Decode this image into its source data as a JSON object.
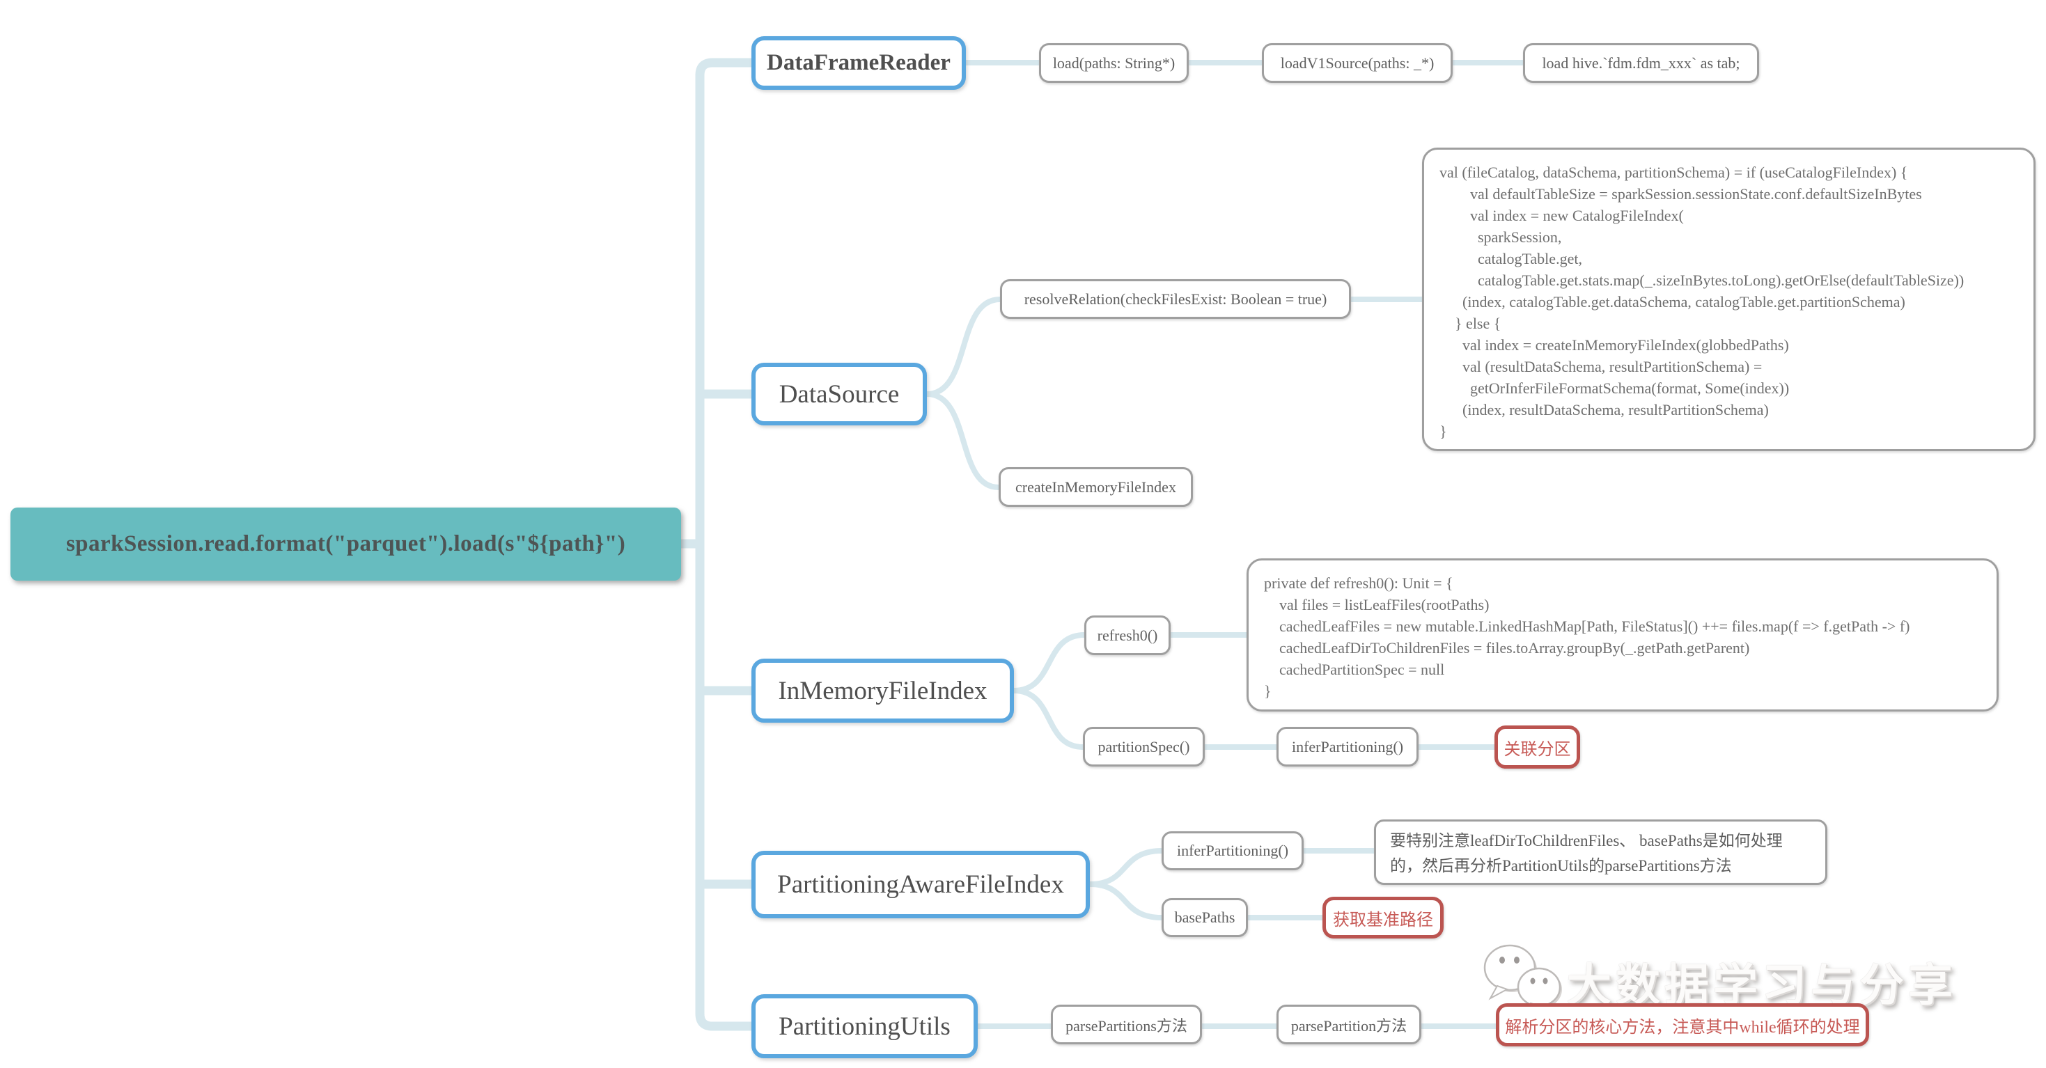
{
  "root_node": {
    "label": "sparkSession.read.format(\"parquet\").load(s\"${path}\")"
  },
  "branches": {
    "dataframereader": {
      "label": "DataFrameReader",
      "children": {
        "load": "load(paths: String*)",
        "loadv1source": "loadV1Source(paths: _*)",
        "loadhive": "load hive.`fdm.fdm_xxx` as tab;"
      }
    },
    "datasource": {
      "label": "DataSource",
      "resolve_relation": "resolveRelation(checkFilesExist: Boolean = true)",
      "create_in_memory_file_index": "createInMemoryFileIndex",
      "code_lines": [
        "val (fileCatalog, dataSchema, partitionSchema) = if (useCatalogFileIndex) {",
        "        val defaultTableSize = sparkSession.sessionState.conf.defaultSizeInBytes",
        "        val index = new CatalogFileIndex(",
        "          sparkSession,",
        "          catalogTable.get,",
        "          catalogTable.get.stats.map(_.sizeInBytes.toLong).getOrElse(defaultTableSize))",
        "      (index, catalogTable.get.dataSchema, catalogTable.get.partitionSchema)",
        "    } else {",
        "      val index = createInMemoryFileIndex(globbedPaths)",
        "      val (resultDataSchema, resultPartitionSchema) =",
        "        getOrInferFileFormatSchema(format, Some(index))",
        "      (index, resultDataSchema, resultPartitionSchema)",
        "}"
      ]
    },
    "inmemoryfileindex": {
      "label": "InMemoryFileIndex",
      "refresh0": "refresh0()",
      "partition_spec": "partitionSpec()",
      "infer_partitioning": "inferPartitioning()",
      "note_associate_partition": "关联分区",
      "code_lines": [
        "private def refresh0(): Unit = {",
        "    val files = listLeafFiles(rootPaths)",
        "    cachedLeafFiles = new mutable.LinkedHashMap[Path, FileStatus]() ++= files.map(f => f.getPath -> f)",
        "    cachedLeafDirToChildrenFiles = files.toArray.groupBy(_.getPath.getParent)",
        "    cachedPartitionSpec = null",
        "}"
      ]
    },
    "partitioningawarefileindex": {
      "label": "PartitioningAwareFileIndex",
      "infer_partitioning": "inferPartitioning()",
      "base_paths": "basePaths",
      "note_base_path": "获取基准路径",
      "remark_lines": [
        "要特别注意leafDirToChildrenFiles、 basePaths是如何处理",
        "的，然后再分析PartitionUtils的parsePartitions方法"
      ]
    },
    "partitioningutils": {
      "label": "PartitioningUtils",
      "parse_partitions": "parsePartitions方法",
      "parse_partition": "parsePartition方法",
      "note_core_method": "解析分区的核心方法，注意其中while循环的处理"
    }
  },
  "watermark": {
    "text": "大数据学习与分享"
  },
  "colors": {
    "root_fill": "#67bcbf",
    "main_border": "#5aa7df",
    "gray_border": "#9f9f9f",
    "red_border": "#bb5450",
    "red_text": "#c75a56",
    "connector": "#d6e7ed",
    "title_text": "#4f4f4f",
    "code_text": "#6f6f6f"
  }
}
